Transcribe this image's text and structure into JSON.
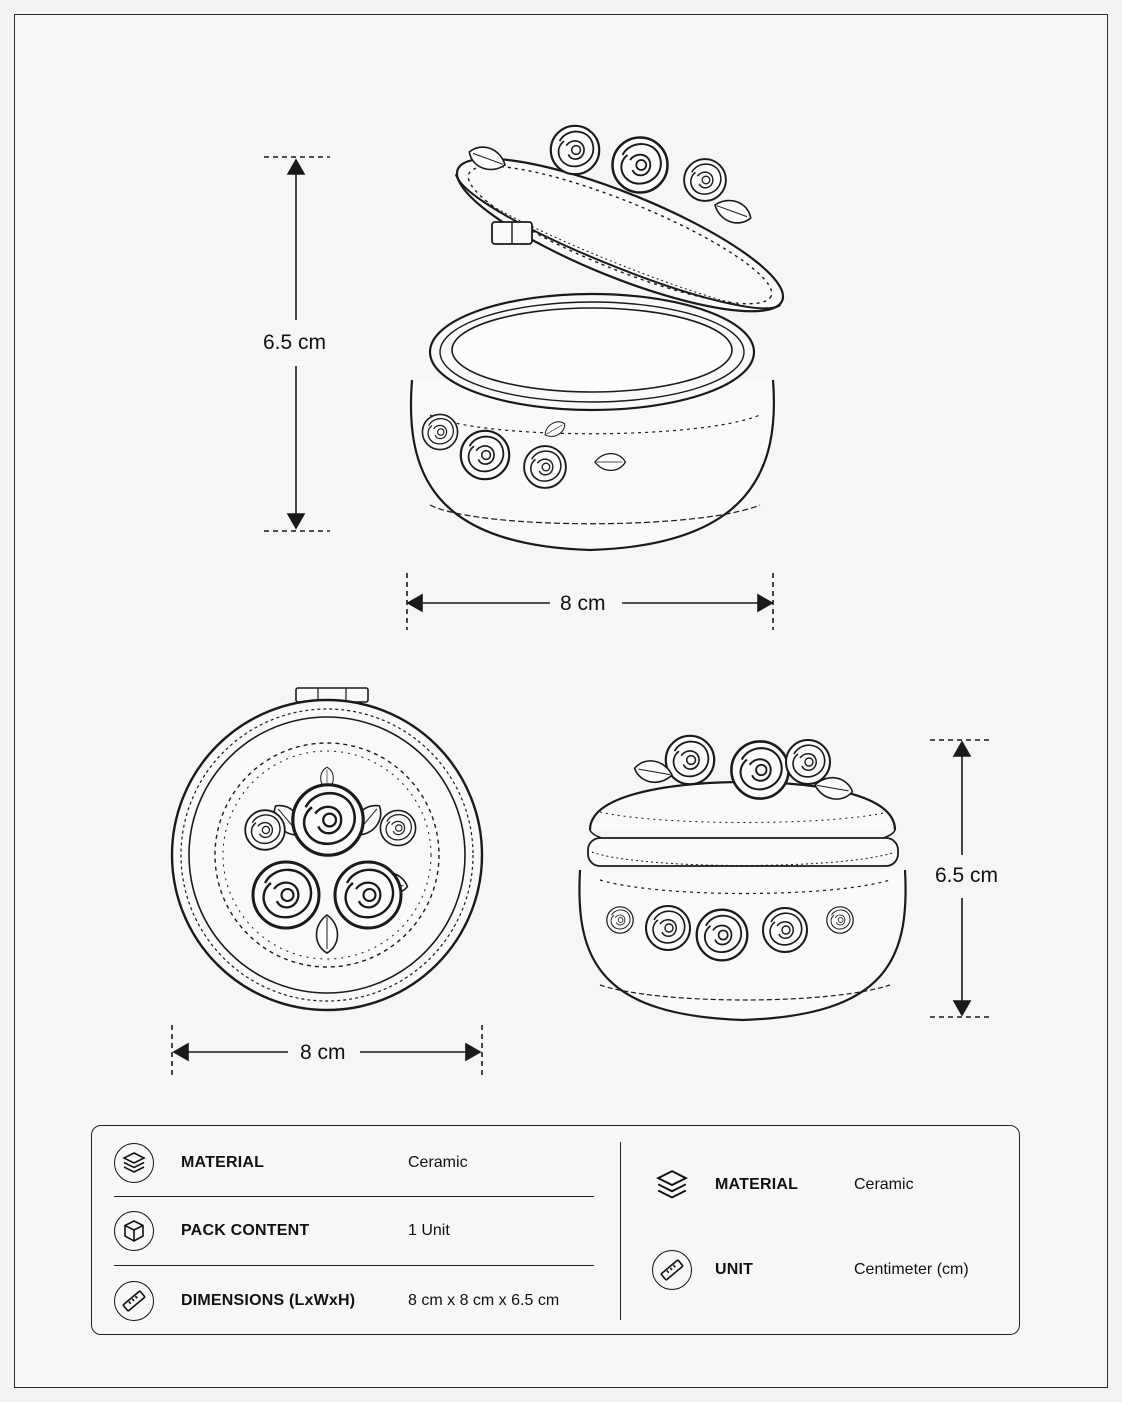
{
  "dimensions": {
    "top_height": "6.5 cm",
    "top_width": "8 cm",
    "bottom_left_width": "8 cm",
    "bottom_right_height": "6.5 cm"
  },
  "specs_left": [
    {
      "icon": "layers-icon",
      "label": "MATERIAL",
      "value": "Ceramic"
    },
    {
      "icon": "box-icon",
      "label": "PACK CONTENT",
      "value": "1 Unit"
    },
    {
      "icon": "ruler-icon",
      "label": "DIMENSIONS (LxWxH)",
      "value": "8 cm x 8 cm x 6.5 cm"
    }
  ],
  "specs_right": [
    {
      "icon": "layers-icon",
      "label": "MATERIAL",
      "value": "Ceramic"
    },
    {
      "icon": "ruler-icon",
      "label": "UNIT",
      "value": "Centimeter (cm)"
    }
  ],
  "colors": {
    "line": "#1a1a1a",
    "background": "#f3f3f3"
  }
}
